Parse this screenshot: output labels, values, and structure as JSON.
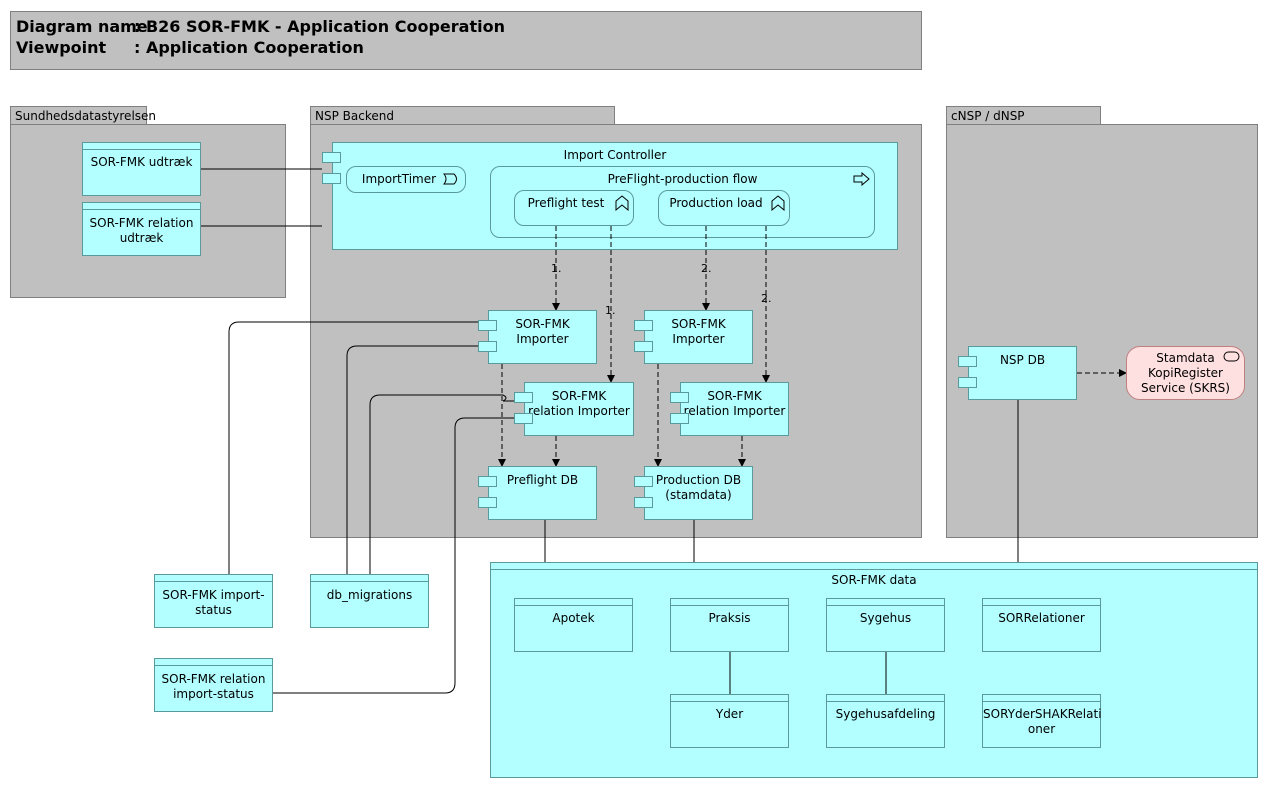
{
  "header": {
    "diagram_name_label": "Diagram name",
    "diagram_name_value": ": B26 SOR-FMK - Application Cooperation",
    "viewpoint_label": "Viewpoint",
    "viewpoint_value": ": Application Cooperation"
  },
  "groups": {
    "sundhed": "Sundhedsdatastyrelsen",
    "nsp_backend": "NSP Backend",
    "cnsp": "cNSP / dNSP"
  },
  "sundhed_items": {
    "udtraek": "SOR-FMK udtræk",
    "relation_udtraek_1": "SOR-FMK relation",
    "relation_udtraek_2": "udtræk"
  },
  "import_controller": {
    "title": "Import Controller",
    "timer": "ImportTimer",
    "flow_title": "PreFlight-production flow",
    "preflight_test": "Preflight test",
    "production_load": "Production load"
  },
  "components": {
    "importer_a_1": "SOR-FMK",
    "importer_a_2": "Importer",
    "importer_b_1": "SOR-FMK",
    "importer_b_2": "Importer",
    "rel_importer_a_1": "SOR-FMK",
    "rel_importer_a_2": "relation Importer",
    "rel_importer_b_1": "SOR-FMK",
    "rel_importer_b_2": "relation Importer",
    "preflight_db": "Preflight DB",
    "production_db_1": "Production DB",
    "production_db_2": "(stamdata)",
    "nsp_db": "NSP DB"
  },
  "service": {
    "line1": "Stamdata",
    "line2": "KopiRegister",
    "line3": "Service (SKRS)"
  },
  "flow_labels": {
    "a": "1.",
    "b": "1.",
    "c": "2.",
    "d": "2."
  },
  "outside_objects": {
    "import_status_1": "SOR-FMK import-",
    "import_status_2": "status",
    "db_migrations": "db_migrations",
    "rel_import_status_1": "SOR-FMK relation",
    "rel_import_status_2": "import-status"
  },
  "sorfmk_data": {
    "title": "SOR-FMK data",
    "apotek": "Apotek",
    "praksis": "Praksis",
    "sygehus": "Sygehus",
    "sorrelationer": "SORRelationer",
    "yder": "Yder",
    "sygehusafdeling": "Sygehusafdeling",
    "syder_1": "SORYderSHAKRelati",
    "syder_2": "oner"
  },
  "colors": {
    "grouping": "#c0c0c0",
    "application": "#b3ffff",
    "service": "#ffe0e0"
  }
}
